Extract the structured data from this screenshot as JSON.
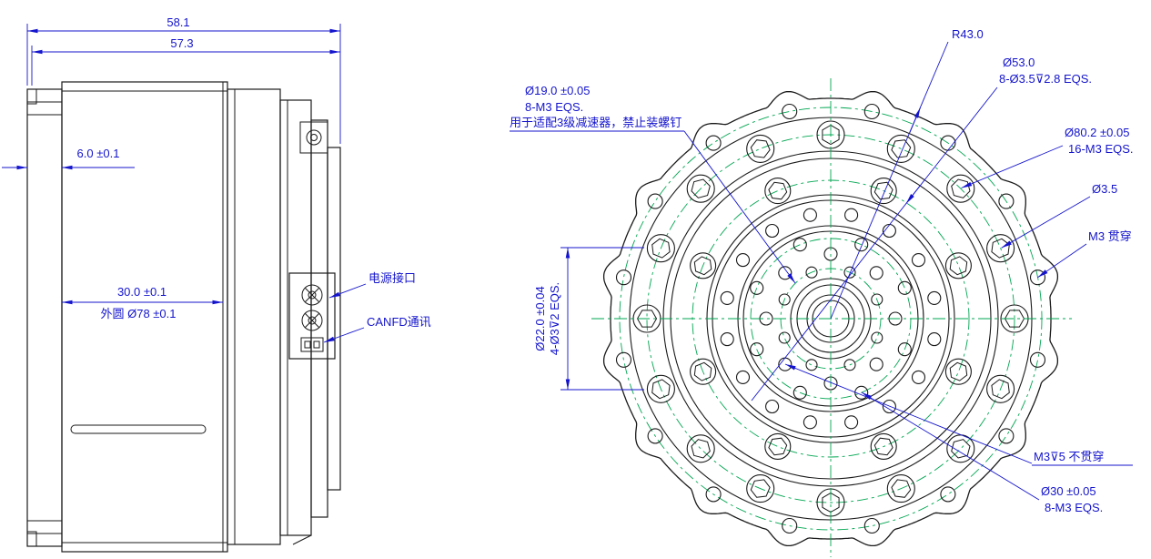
{
  "side_view": {
    "dim_width_outer": "58.1",
    "dim_width_inner": "57.3",
    "dim_rear_cover": "6.0 ±0.1",
    "dim_body_length": "30.0 ±0.1",
    "dim_outer_circle": "外圆 Ø78 ±0.1",
    "label_power_connector": "电源接口",
    "label_canfd": "CANFD通讯"
  },
  "front_view": {
    "label_r43": "R43.0",
    "label_d53": "Ø53.0",
    "label_d53_holes": "8-Ø3.5⊽2.8 EQS.",
    "label_d19": "Ø19.0 ±0.05",
    "label_d19_holes": "8-M3 EQS.",
    "label_d19_note": "用于适配3级减速器，禁止装螺钉",
    "label_d80": "Ø80.2 ±0.05",
    "label_d80_holes": "16-M3 EQS.",
    "label_d35": "Ø3.5",
    "label_m3_through": "M3 贯穿",
    "label_d22": "Ø22.0 ±0.04",
    "label_d22_holes": "4-Ø3⊽2 EQS.",
    "label_m3_blind": "M3⊽5 不贯穿",
    "label_d30": "Ø30 ±0.05",
    "label_d30_holes": "8-M3 EQS."
  },
  "colors": {
    "dimension_blue": "#1414cd",
    "centerline_green": "#00a651",
    "outline_black": "#1a1a1a"
  }
}
